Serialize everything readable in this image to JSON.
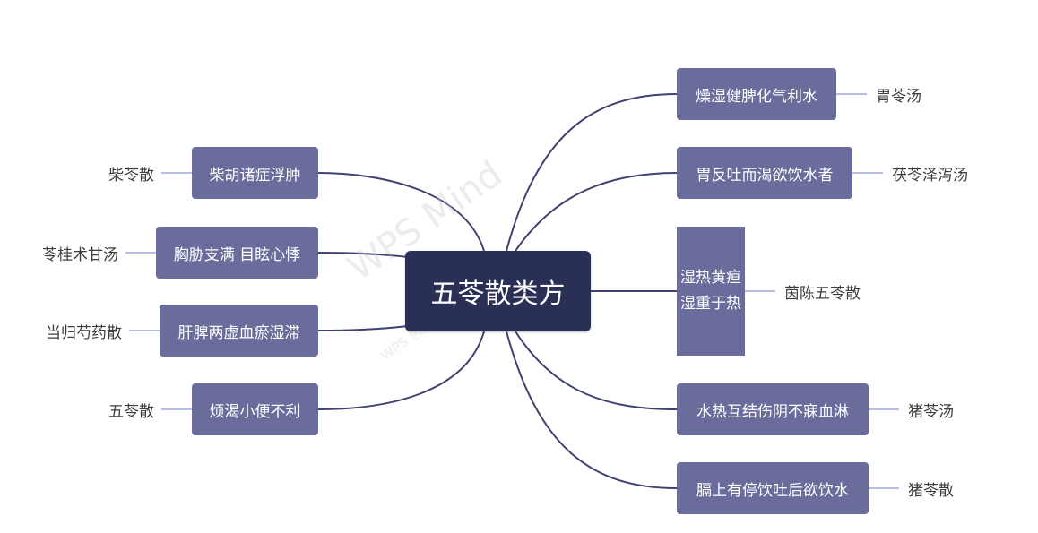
{
  "center": {
    "title": "五苓散类方"
  },
  "left_branches": [
    {
      "label": "柴胡诸症浮肿",
      "leaf": "柴苓散"
    },
    {
      "label": "胸胁支满 目眩心悸",
      "leaf": "苓桂术甘汤"
    },
    {
      "label": "肝脾两虚血瘀湿滞",
      "leaf": "当归芍药散"
    },
    {
      "label": "烦渴小便不利",
      "leaf": "五苓散"
    }
  ],
  "right_branches": [
    {
      "label": "燥湿健脾化气利水",
      "leaf": "胃苓汤"
    },
    {
      "label": "胃反吐而渴欲饮水者",
      "leaf": "茯苓泽泻汤"
    },
    {
      "label": "湿热黄疸湿重于热",
      "leaf": "茵陈五苓散"
    },
    {
      "label": "水热互结伤阴不寐血淋",
      "leaf": "猪苓汤"
    },
    {
      "label": "膈上有停饮吐后欲饮水",
      "leaf": "猪苓散"
    }
  ],
  "watermark": {
    "text": "WPS Mind",
    "subtext": "WPS 思维能力"
  },
  "colors": {
    "center": "#2a2f55",
    "branch": "#6a6d9c",
    "line": "#3f4270",
    "leaf_line": "#b9bde0"
  }
}
